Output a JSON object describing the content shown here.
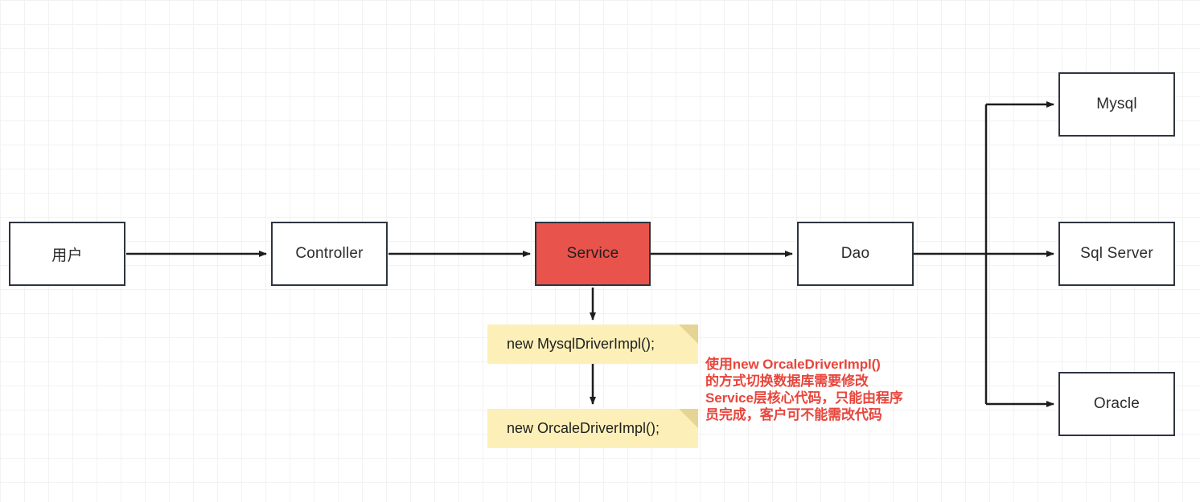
{
  "diagram": {
    "title": "Service layer hard-coded database driver diagram",
    "colors": {
      "accent": "#e8534b",
      "note_bg": "#fcf0b8",
      "note_fold": "#e6d494",
      "annotation_text": "#e8453c",
      "stroke": "#2e3440",
      "grid_minor": "#f2f2f2",
      "grid_major": "#ebebeb",
      "canvas_bg": "#ffffff"
    },
    "nodes": [
      {
        "id": "user",
        "label": "用户"
      },
      {
        "id": "controller",
        "label": "Controller"
      },
      {
        "id": "service",
        "label": "Service"
      },
      {
        "id": "dao",
        "label": "Dao"
      },
      {
        "id": "mysql",
        "label": "Mysql"
      },
      {
        "id": "sqlserver",
        "label": "Sql Server"
      },
      {
        "id": "oracle",
        "label": "Oracle"
      }
    ],
    "notes": [
      {
        "id": "note-mysql-driver",
        "text": "new MysqlDriverImpl();"
      },
      {
        "id": "note-oracle-driver",
        "text": "new OrcaleDriverImpl();"
      }
    ],
    "annotation": {
      "text": "使用new OrcaleDriverImpl()\n的方式切换数据库需要修改\nService层核心代码，只能由程序\n员完成，客户可不能需改代码"
    }
  }
}
